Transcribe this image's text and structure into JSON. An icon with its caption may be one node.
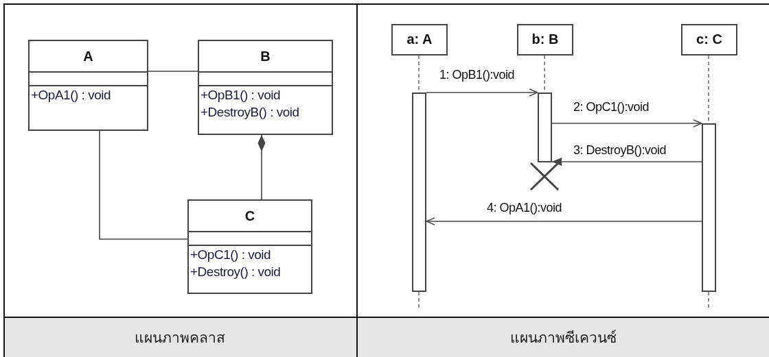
{
  "diagram": {
    "nodes": [
      {
        "text": [
          "A",
          "+OpA1() : void"
        ]
      },
      {
        "text": [
          "B",
          "+OpB1() : void",
          "+DestroyB() : void"
        ]
      },
      {
        "text": [
          "C",
          "+OpC1() : void",
          "+Destroy() : void"
        ]
      },
      {
        "text": [
          "a: A"
        ]
      },
      {
        "text": [
          "b: B"
        ]
      },
      {
        "text": [
          "c: C"
        ]
      },
      {
        "text": [],
        "shape": "bar"
      },
      {
        "text": [],
        "shape": "bar"
      },
      {
        "text": [],
        "shape": "bar"
      }
    ],
    "edges": [
      {
        "from": 0,
        "to": 1,
        "arrow": "none"
      },
      {
        "from": 0,
        "to": 2,
        "arrow": "none"
      },
      {
        "from": 2,
        "to": 1,
        "arrow": "other"
      },
      {
        "from": 3,
        "to": 6,
        "arrow": "none",
        "style": "dashed"
      },
      {
        "from": 4,
        "to": 7,
        "arrow": "none",
        "style": "dashed"
      },
      {
        "from": 5,
        "to": 8,
        "arrow": "none",
        "style": "dashed"
      },
      {
        "from": 6,
        "to": 7,
        "arrow": "to",
        "label": "1: OpB1():void"
      },
      {
        "from": 7,
        "to": 8,
        "arrow": "to",
        "label": "2: OpC1():void"
      },
      {
        "from": 8,
        "to": 7,
        "arrow": "to",
        "label": "3: DestroyB():void"
      },
      {
        "from": 8,
        "to": 6,
        "arrow": "to",
        "label": "4: OpA1():void"
      },
      {
        "from": 6,
        "to": null,
        "arrow": "none",
        "style": "dashed"
      },
      {
        "from": 8,
        "to": null,
        "arrow": "none",
        "style": "dashed"
      }
    ],
    "labels": [
      "แผนภาพคลาส",
      "แผนภาพซีเควนซ์"
    ]
  }
}
